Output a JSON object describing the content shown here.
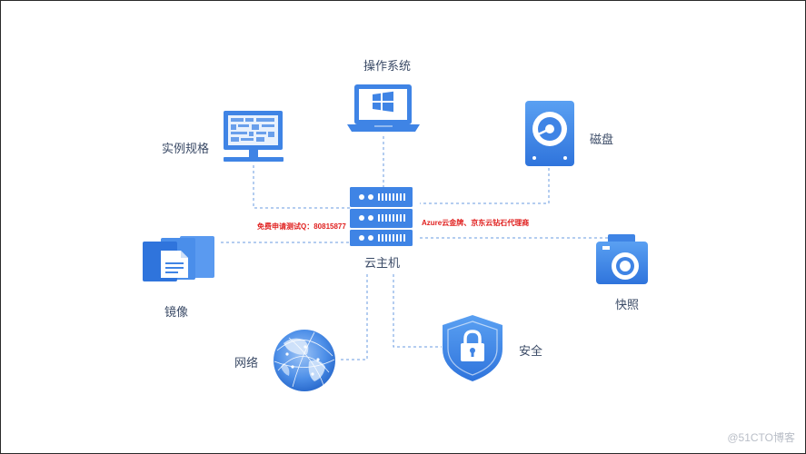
{
  "labels": {
    "os": "操作系统",
    "spec": "实例规格",
    "disk": "磁盘",
    "host": "云主机",
    "image": "镜像",
    "snapshot": "快照",
    "network": "网络",
    "security": "安全"
  },
  "promo": {
    "left": "免费申请测试Q：80815877",
    "right": "Azure云金牌、京东云钻石代理商"
  },
  "watermark": "@51CTO博客",
  "colors": {
    "primary": "#3f84e5",
    "light": "#8fb8f0",
    "dash": "#6a9be0",
    "promo": "#e0201f"
  },
  "icons": {
    "os": "windows-laptop-icon",
    "spec": "monitor-icon",
    "disk": "hard-disk-icon",
    "host": "server-rack-icon",
    "image": "image-stack-icon",
    "snapshot": "camera-icon",
    "network": "globe-icon",
    "security": "shield-lock-icon"
  }
}
